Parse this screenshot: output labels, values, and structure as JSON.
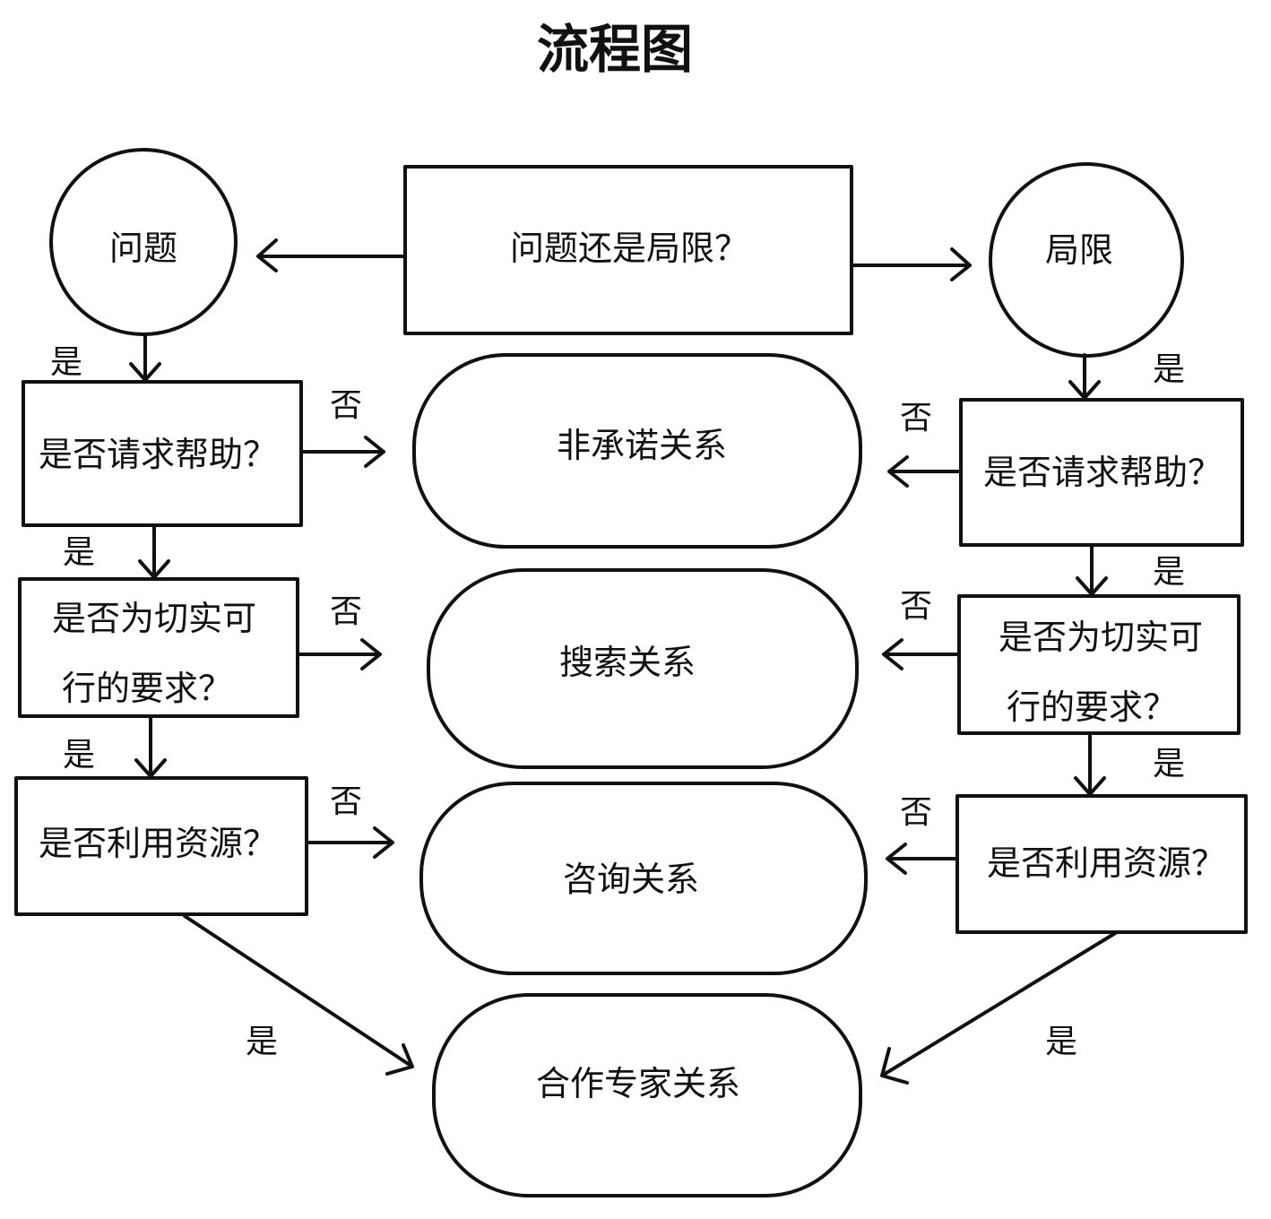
{
  "title": "流程图",
  "nodes": {
    "start": "问题还是局限？",
    "problem": "问题",
    "limit": "局限",
    "left_q1": "是否请求帮助？",
    "left_q2_line1": "是否为切实可",
    "left_q2_line2": "行的要求？",
    "left_q3": "是否利用资源？",
    "right_q1": "是否请求帮助？",
    "right_q2_line1": "是否为切实可",
    "right_q2_line2": "行的要求？",
    "right_q3": "是否利用资源？",
    "outcome_1": "非承诺关系",
    "outcome_2": "搜索关系",
    "outcome_3": "咨询关系",
    "outcome_4": "合作专家关系"
  },
  "labels": {
    "yes": "是",
    "no": "否"
  }
}
